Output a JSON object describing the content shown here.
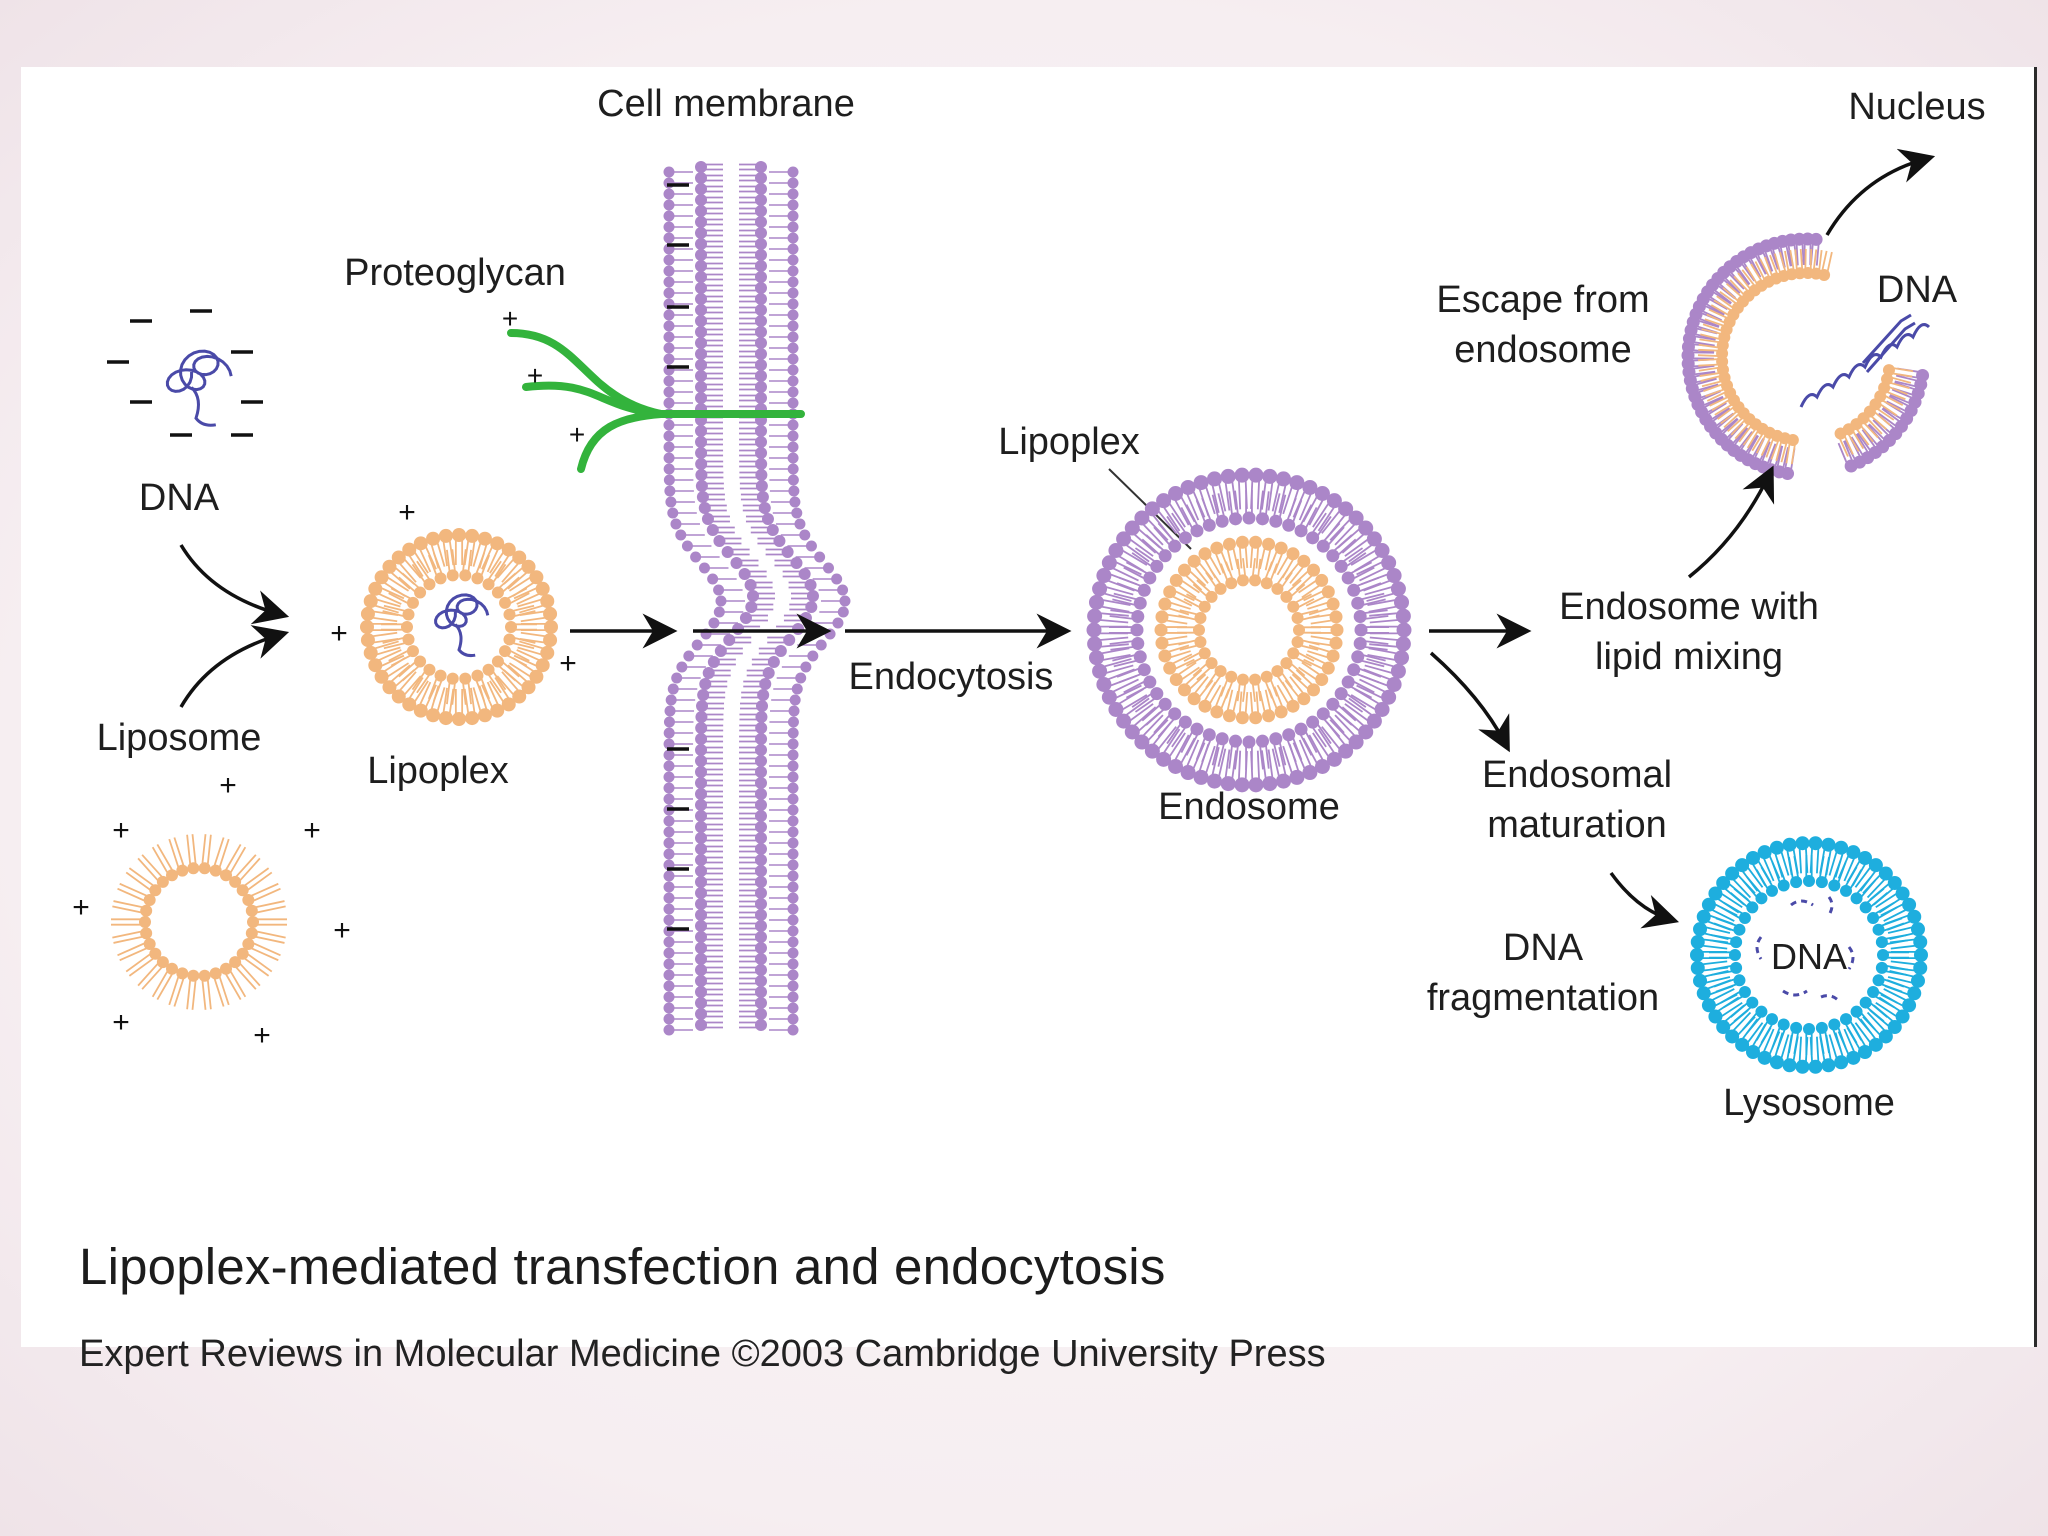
{
  "labels": {
    "dna_left": "DNA",
    "liposome": "Liposome",
    "lipoplex_left": "Lipoplex",
    "proteoglycan": "Proteoglycan",
    "cell_membrane": "Cell membrane",
    "endocytosis": "Endocytosis",
    "lipoplex_endo": "Lipoplex",
    "endosome": "Endosome",
    "escape_line1": "Escape from",
    "escape_line2": "endosome",
    "nucleus": "Nucleus",
    "dna_escape": "DNA",
    "lipid_mix_line1": "Endosome with",
    "lipid_mix_line2": "lipid mixing",
    "maturation_line1": "Endosomal",
    "maturation_line2": "maturation",
    "fragment_line1": "DNA",
    "fragment_line2": "fragmentation",
    "dna_lysosome": "DNA",
    "lysosome": "Lysosome",
    "plus": "+",
    "minus": "–"
  },
  "caption": {
    "title": "Lipoplex-mediated transfection and endocytosis",
    "credit": "Expert Reviews in Molecular Medicine ©2003 Cambridge University Press"
  },
  "colors": {
    "liposome_orange": "#f2b77e",
    "membrane_purple": "#ab86c8",
    "lysosome_blue": "#1eaede",
    "proteoglycan_green": "#33b33c",
    "dna_blue": "#4a4aa8"
  }
}
